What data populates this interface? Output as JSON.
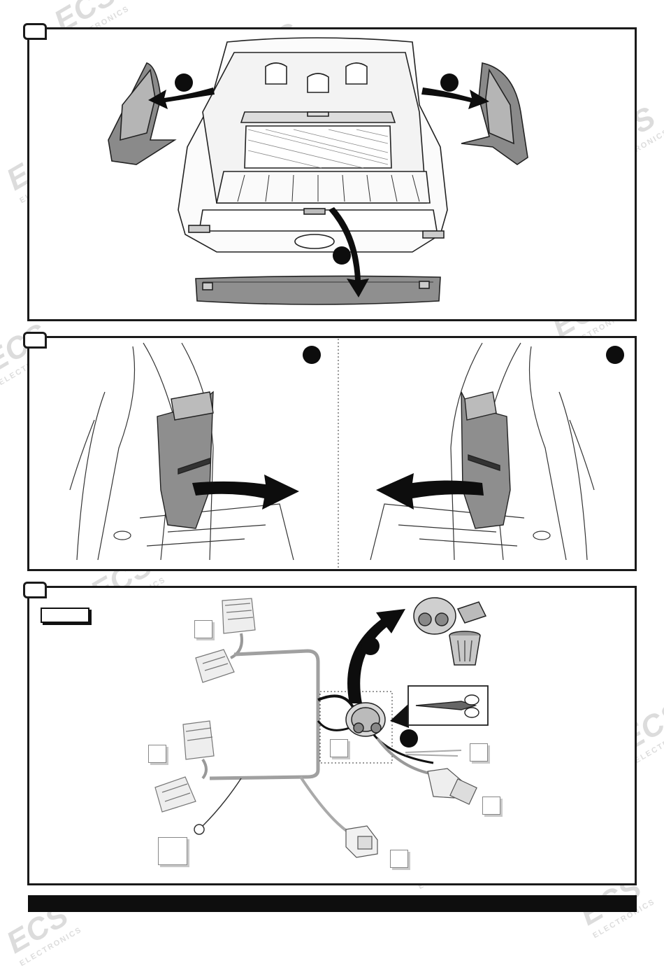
{
  "steps": [
    {
      "id": "1",
      "label": ""
    },
    {
      "id": "2",
      "label": ""
    },
    {
      "id": "3",
      "label": ""
    }
  ],
  "watermark": {
    "brand": "ECS",
    "sub": "ELECTRONICS"
  },
  "colors": {
    "frame": "#1a1a1a",
    "arrow": "#0d0d0d",
    "panel_fill": "#8e8e8e",
    "wire": "#9a9a9a"
  }
}
